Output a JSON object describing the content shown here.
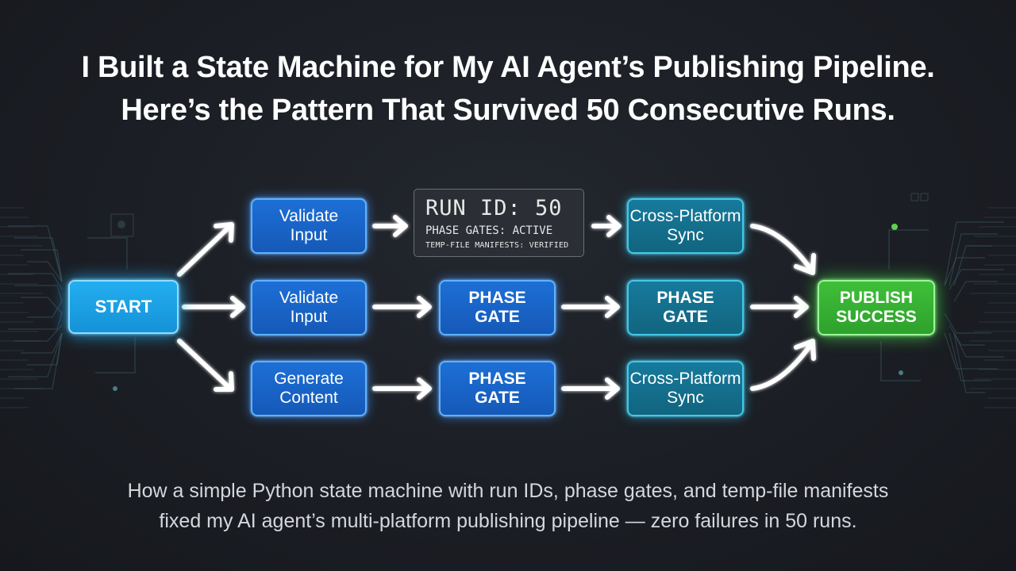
{
  "title": {
    "line1": "I Built a State Machine for My AI Agent’s Publishing Pipeline.",
    "line2": "Here’s the Pattern That Survived 50 Consecutive Runs."
  },
  "subtitle": {
    "line1": "How a simple Python state machine with run IDs, phase gates, and temp-file manifests",
    "line2": "fixed my AI agent’s multi-platform publishing pipeline — zero failures in 50 runs."
  },
  "diagram": {
    "start": "START",
    "top_row": {
      "step1_line1": "Validate",
      "step1_line2": "Input",
      "step3_line1": "Cross-Platform",
      "step3_line2": "Sync"
    },
    "run_box": {
      "run_id": "RUN ID: 50",
      "phase_status": "PHASE GATES: ACTIVE",
      "manifest_status": "TEMP-FILE MANIFESTS: VERIFIED"
    },
    "middle_row": {
      "step1_line1": "Validate",
      "step1_line2": "Input",
      "gate1_line1": "PHASE",
      "gate1_line2": "GATE",
      "gate2_line1": "PHASE",
      "gate2_line2": "GATE"
    },
    "bottom_row": {
      "step1_line1": "Generate",
      "step1_line2": "Content",
      "gate1_line1": "PHASE",
      "gate1_line2": "GATE",
      "step3_line1": "Cross-Platform",
      "step3_line2": "Sync"
    },
    "end_line1": "PUBLISH",
    "end_line2": "SUCCESS"
  },
  "colors": {
    "background": "#1b1e24",
    "start_node": "#1fa6ea",
    "step_node": "#1a66c9",
    "teal_node": "#157394",
    "publish_node": "#36b133",
    "arrow": "#ffffff",
    "circuit_lines": "#3d5a63"
  }
}
